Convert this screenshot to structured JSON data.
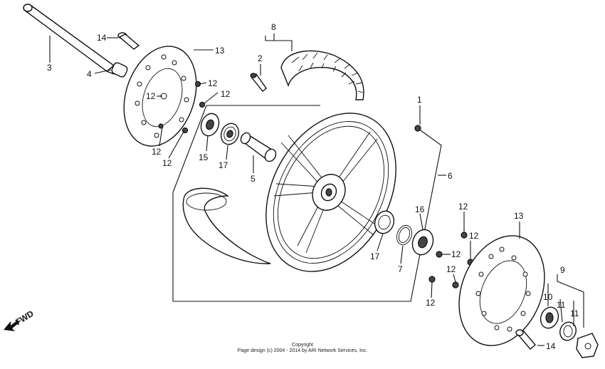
{
  "callouts": {
    "c1": "1",
    "c2": "2",
    "c3": "3",
    "c4": "4",
    "c5": "5",
    "c6": "6",
    "c7": "7",
    "c8": "8",
    "c9": "9",
    "c10": "10",
    "c11": "11",
    "c12": "12",
    "c13": "13",
    "c14": "14",
    "c15": "15",
    "c16": "16",
    "c17": "17"
  },
  "fwd_label": "FWD",
  "copyright_line1": "Copyright",
  "copyright_line2": "Page design (c) 2004 - 2014 by ARI Network Services, Inc."
}
